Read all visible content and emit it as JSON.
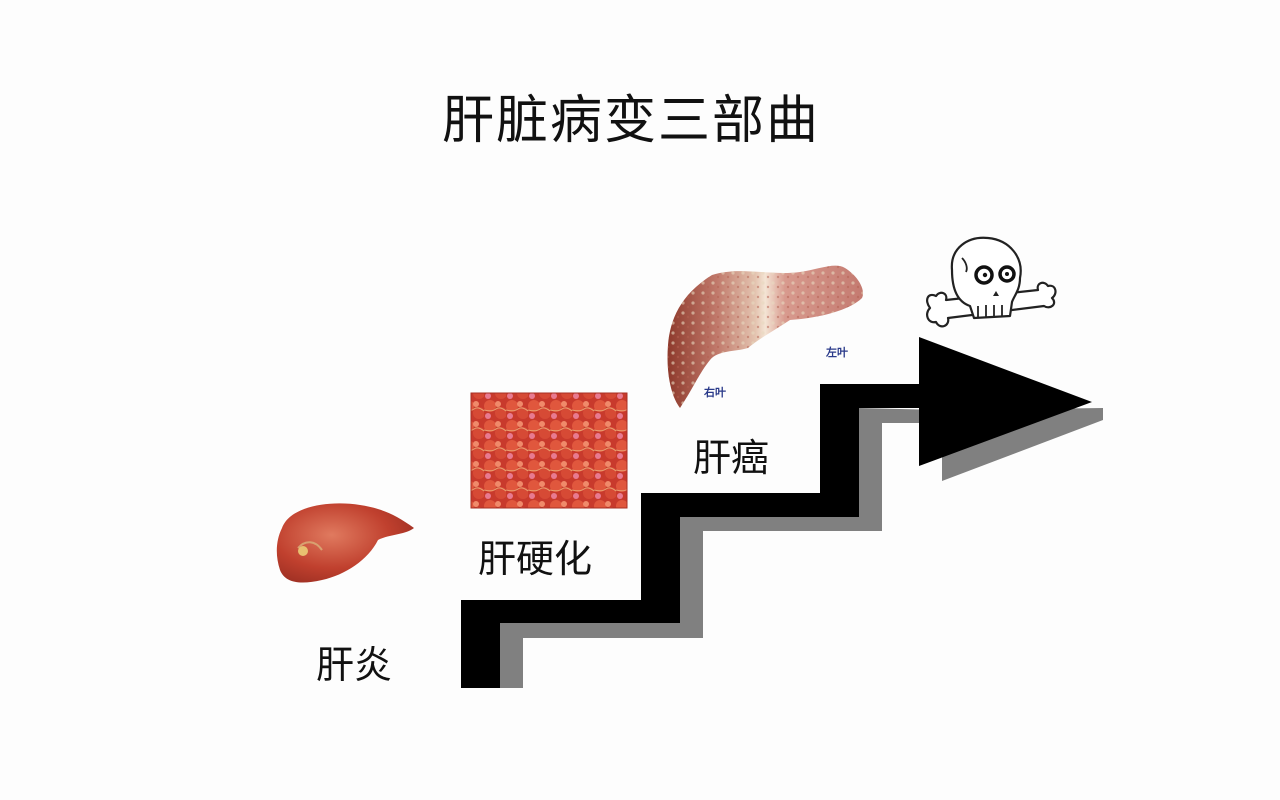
{
  "title": "肝脏病变三部曲",
  "stages": [
    {
      "id": "hepatitis",
      "label": "肝炎",
      "image": "healthy-liver-illustration"
    },
    {
      "id": "cirrhosis",
      "label": "肝硬化",
      "image": "cirrhotic-tissue-photo"
    },
    {
      "id": "liver-cancer",
      "label": "肝癌",
      "image": "cancerous-liver-specimen"
    },
    {
      "id": "death",
      "label": "",
      "image": "skull-and-crossbones-icon"
    }
  ],
  "cancer_liver_labels": {
    "right_lobe": "右叶",
    "left_lobe": "左叶"
  },
  "arrow": {
    "type": "staircase-arrow",
    "steps": 3,
    "color": "#000000",
    "shadow_color": "#808080"
  },
  "colors": {
    "background": "#fdfdfd",
    "text": "#111111",
    "liver": "#c0402e",
    "lobe_label": "#2a3a8a"
  }
}
